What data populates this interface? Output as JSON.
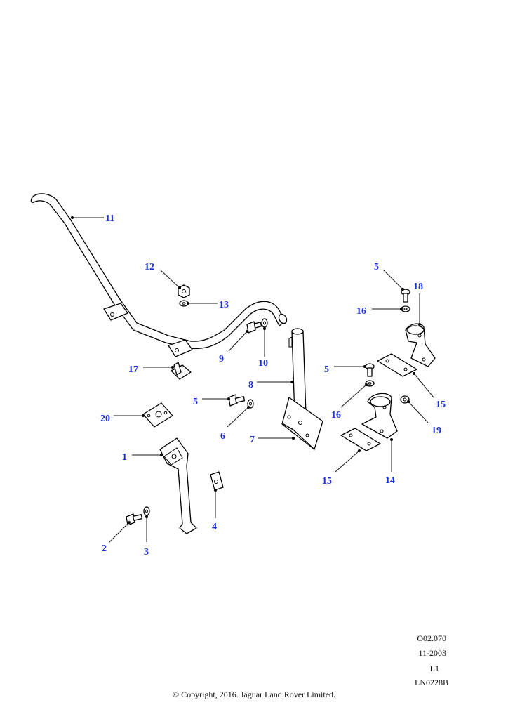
{
  "colors": {
    "callout": "#1a2fd6",
    "line": "#000000",
    "background": "#ffffff"
  },
  "callouts": [
    {
      "id": "c11",
      "label": "11"
    },
    {
      "id": "c12",
      "label": "12"
    },
    {
      "id": "c13",
      "label": "13"
    },
    {
      "id": "c5a",
      "label": "5"
    },
    {
      "id": "c18",
      "label": "18"
    },
    {
      "id": "c16a",
      "label": "16"
    },
    {
      "id": "c9",
      "label": "9"
    },
    {
      "id": "c10",
      "label": "10"
    },
    {
      "id": "c8",
      "label": "8"
    },
    {
      "id": "c5b",
      "label": "5"
    },
    {
      "id": "c16b",
      "label": "16"
    },
    {
      "id": "c15a",
      "label": "15"
    },
    {
      "id": "c17",
      "label": "17"
    },
    {
      "id": "c5c",
      "label": "5"
    },
    {
      "id": "c20",
      "label": "20"
    },
    {
      "id": "c6",
      "label": "6"
    },
    {
      "id": "c7",
      "label": "7"
    },
    {
      "id": "c19",
      "label": "19"
    },
    {
      "id": "c1",
      "label": "1"
    },
    {
      "id": "c15b",
      "label": "15"
    },
    {
      "id": "c14",
      "label": "14"
    },
    {
      "id": "c4",
      "label": "4"
    },
    {
      "id": "c2",
      "label": "2"
    },
    {
      "id": "c3",
      "label": "3"
    }
  ],
  "drawing_meta": {
    "ref": "O02.070",
    "date": "11-2003",
    "level": "L1",
    "code": "LN0228B"
  },
  "copyright": "© Copyright, 2016. Jaguar Land Rover Limited."
}
